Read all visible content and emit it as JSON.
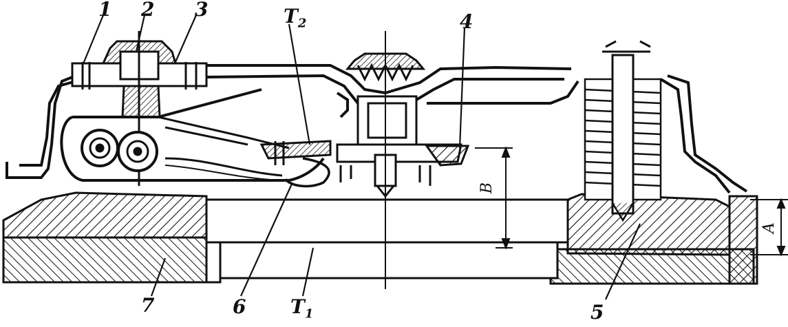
{
  "labels": {
    "l1": "1",
    "l2": "2",
    "l3": "3",
    "l4": "4",
    "l5": "5",
    "l6": "6",
    "l7": "7",
    "t1_base": "T",
    "t1_sub": "1",
    "t2_base": "T",
    "t2_sub": "2",
    "dim_b": "B",
    "dim_a": "A"
  },
  "colors": {
    "ink": "#111111",
    "paper": "#ffffff"
  }
}
